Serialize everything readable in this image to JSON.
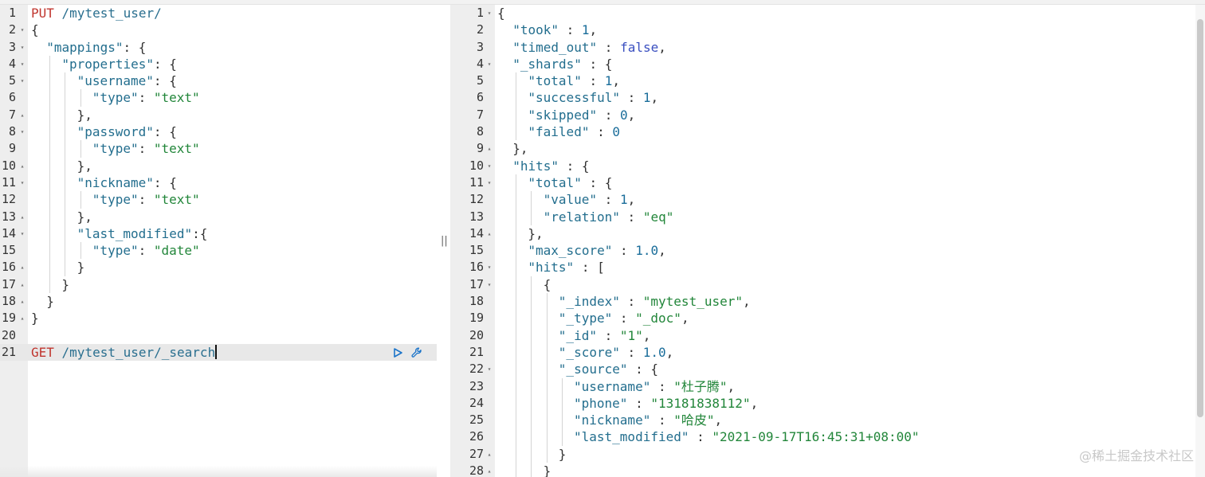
{
  "colors": {
    "key": "#236e8e",
    "string": "#22863a",
    "number": "#1a6d9a",
    "bool": "#3a4fc0",
    "method": "#c0352e",
    "gutter": "#eeeeee"
  },
  "request_editor": {
    "lines": [
      {
        "n": "1",
        "fold": "",
        "indent": 0,
        "tokens": [
          {
            "t": "PUT",
            "c": "method"
          },
          {
            "t": " /mytest_user/",
            "c": "url"
          }
        ]
      },
      {
        "n": "2",
        "fold": "▾",
        "indent": 0,
        "tokens": [
          {
            "t": "{",
            "c": "p"
          }
        ]
      },
      {
        "n": "3",
        "fold": "▾",
        "indent": 1,
        "tokens": [
          {
            "t": "\"mappings\"",
            "c": "key"
          },
          {
            "t": ": {",
            "c": "p"
          }
        ]
      },
      {
        "n": "4",
        "fold": "▾",
        "indent": 2,
        "tokens": [
          {
            "t": "\"properties\"",
            "c": "key"
          },
          {
            "t": ": {",
            "c": "p"
          }
        ]
      },
      {
        "n": "5",
        "fold": "▾",
        "indent": 3,
        "tokens": [
          {
            "t": "\"username\"",
            "c": "key"
          },
          {
            "t": ": {",
            "c": "p"
          }
        ]
      },
      {
        "n": "6",
        "fold": "",
        "indent": 4,
        "tokens": [
          {
            "t": "\"type\"",
            "c": "key"
          },
          {
            "t": ": ",
            "c": "p"
          },
          {
            "t": "\"text\"",
            "c": "str"
          }
        ]
      },
      {
        "n": "7",
        "fold": "▴",
        "indent": 3,
        "tokens": [
          {
            "t": "},",
            "c": "p"
          }
        ]
      },
      {
        "n": "8",
        "fold": "▾",
        "indent": 3,
        "tokens": [
          {
            "t": "\"password\"",
            "c": "key"
          },
          {
            "t": ": {",
            "c": "p"
          }
        ]
      },
      {
        "n": "9",
        "fold": "",
        "indent": 4,
        "tokens": [
          {
            "t": "\"type\"",
            "c": "key"
          },
          {
            "t": ": ",
            "c": "p"
          },
          {
            "t": "\"text\"",
            "c": "str"
          }
        ]
      },
      {
        "n": "10",
        "fold": "▴",
        "indent": 3,
        "tokens": [
          {
            "t": "},",
            "c": "p"
          }
        ]
      },
      {
        "n": "11",
        "fold": "▾",
        "indent": 3,
        "tokens": [
          {
            "t": "\"nickname\"",
            "c": "key"
          },
          {
            "t": ": {",
            "c": "p"
          }
        ]
      },
      {
        "n": "12",
        "fold": "",
        "indent": 4,
        "tokens": [
          {
            "t": "\"type\"",
            "c": "key"
          },
          {
            "t": ": ",
            "c": "p"
          },
          {
            "t": "\"text\"",
            "c": "str"
          }
        ]
      },
      {
        "n": "13",
        "fold": "▴",
        "indent": 3,
        "tokens": [
          {
            "t": "},",
            "c": "p"
          }
        ]
      },
      {
        "n": "14",
        "fold": "▾",
        "indent": 3,
        "tokens": [
          {
            "t": "\"last_modified\"",
            "c": "key"
          },
          {
            "t": ":{",
            "c": "p"
          }
        ]
      },
      {
        "n": "15",
        "fold": "",
        "indent": 4,
        "tokens": [
          {
            "t": "\"type\"",
            "c": "key"
          },
          {
            "t": ": ",
            "c": "p"
          },
          {
            "t": "\"date\"",
            "c": "str"
          }
        ]
      },
      {
        "n": "16",
        "fold": "▴",
        "indent": 3,
        "tokens": [
          {
            "t": "}",
            "c": "p"
          }
        ]
      },
      {
        "n": "17",
        "fold": "▴",
        "indent": 2,
        "tokens": [
          {
            "t": "}",
            "c": "p"
          }
        ]
      },
      {
        "n": "18",
        "fold": "▴",
        "indent": 1,
        "tokens": [
          {
            "t": "}",
            "c": "p"
          }
        ]
      },
      {
        "n": "19",
        "fold": "▴",
        "indent": 0,
        "tokens": [
          {
            "t": "}",
            "c": "p"
          }
        ]
      },
      {
        "n": "20",
        "fold": "",
        "indent": 0,
        "tokens": []
      },
      {
        "n": "21",
        "fold": "",
        "indent": 0,
        "active": true,
        "tokens": [
          {
            "t": "GET",
            "c": "method"
          },
          {
            "t": " /mytest_user/_search",
            "c": "url"
          }
        ]
      }
    ],
    "run_icon": "play-icon",
    "settings_icon": "wrench-icon"
  },
  "response_viewer": {
    "lines": [
      {
        "n": "1",
        "fold": "▾",
        "indent": 0,
        "tokens": [
          {
            "t": "{",
            "c": "p"
          }
        ]
      },
      {
        "n": "2",
        "fold": "",
        "indent": 1,
        "tokens": [
          {
            "t": "\"took\"",
            "c": "key"
          },
          {
            "t": " : ",
            "c": "p"
          },
          {
            "t": "1",
            "c": "num"
          },
          {
            "t": ",",
            "c": "p"
          }
        ]
      },
      {
        "n": "3",
        "fold": "",
        "indent": 1,
        "tokens": [
          {
            "t": "\"timed_out\"",
            "c": "key"
          },
          {
            "t": " : ",
            "c": "p"
          },
          {
            "t": "false",
            "c": "bool"
          },
          {
            "t": ",",
            "c": "p"
          }
        ]
      },
      {
        "n": "4",
        "fold": "▾",
        "indent": 1,
        "tokens": [
          {
            "t": "\"_shards\"",
            "c": "key"
          },
          {
            "t": " : {",
            "c": "p"
          }
        ]
      },
      {
        "n": "5",
        "fold": "",
        "indent": 2,
        "tokens": [
          {
            "t": "\"total\"",
            "c": "key"
          },
          {
            "t": " : ",
            "c": "p"
          },
          {
            "t": "1",
            "c": "num"
          },
          {
            "t": ",",
            "c": "p"
          }
        ]
      },
      {
        "n": "6",
        "fold": "",
        "indent": 2,
        "tokens": [
          {
            "t": "\"successful\"",
            "c": "key"
          },
          {
            "t": " : ",
            "c": "p"
          },
          {
            "t": "1",
            "c": "num"
          },
          {
            "t": ",",
            "c": "p"
          }
        ]
      },
      {
        "n": "7",
        "fold": "",
        "indent": 2,
        "tokens": [
          {
            "t": "\"skipped\"",
            "c": "key"
          },
          {
            "t": " : ",
            "c": "p"
          },
          {
            "t": "0",
            "c": "num"
          },
          {
            "t": ",",
            "c": "p"
          }
        ]
      },
      {
        "n": "8",
        "fold": "",
        "indent": 2,
        "tokens": [
          {
            "t": "\"failed\"",
            "c": "key"
          },
          {
            "t": " : ",
            "c": "p"
          },
          {
            "t": "0",
            "c": "num"
          }
        ]
      },
      {
        "n": "9",
        "fold": "▴",
        "indent": 1,
        "tokens": [
          {
            "t": "},",
            "c": "p"
          }
        ]
      },
      {
        "n": "10",
        "fold": "▾",
        "indent": 1,
        "tokens": [
          {
            "t": "\"hits\"",
            "c": "key"
          },
          {
            "t": " : {",
            "c": "p"
          }
        ]
      },
      {
        "n": "11",
        "fold": "▾",
        "indent": 2,
        "tokens": [
          {
            "t": "\"total\"",
            "c": "key"
          },
          {
            "t": " : {",
            "c": "p"
          }
        ]
      },
      {
        "n": "12",
        "fold": "",
        "indent": 3,
        "tokens": [
          {
            "t": "\"value\"",
            "c": "key"
          },
          {
            "t": " : ",
            "c": "p"
          },
          {
            "t": "1",
            "c": "num"
          },
          {
            "t": ",",
            "c": "p"
          }
        ]
      },
      {
        "n": "13",
        "fold": "",
        "indent": 3,
        "tokens": [
          {
            "t": "\"relation\"",
            "c": "key"
          },
          {
            "t": " : ",
            "c": "p"
          },
          {
            "t": "\"eq\"",
            "c": "str"
          }
        ]
      },
      {
        "n": "14",
        "fold": "▴",
        "indent": 2,
        "tokens": [
          {
            "t": "},",
            "c": "p"
          }
        ]
      },
      {
        "n": "15",
        "fold": "",
        "indent": 2,
        "tokens": [
          {
            "t": "\"max_score\"",
            "c": "key"
          },
          {
            "t": " : ",
            "c": "p"
          },
          {
            "t": "1.0",
            "c": "num"
          },
          {
            "t": ",",
            "c": "p"
          }
        ]
      },
      {
        "n": "16",
        "fold": "▾",
        "indent": 2,
        "tokens": [
          {
            "t": "\"hits\"",
            "c": "key"
          },
          {
            "t": " : [",
            "c": "p"
          }
        ]
      },
      {
        "n": "17",
        "fold": "▾",
        "indent": 3,
        "tokens": [
          {
            "t": "{",
            "c": "p"
          }
        ]
      },
      {
        "n": "18",
        "fold": "",
        "indent": 4,
        "tokens": [
          {
            "t": "\"_index\"",
            "c": "key"
          },
          {
            "t": " : ",
            "c": "p"
          },
          {
            "t": "\"mytest_user\"",
            "c": "str"
          },
          {
            "t": ",",
            "c": "p"
          }
        ]
      },
      {
        "n": "19",
        "fold": "",
        "indent": 4,
        "tokens": [
          {
            "t": "\"_type\"",
            "c": "key"
          },
          {
            "t": " : ",
            "c": "p"
          },
          {
            "t": "\"_doc\"",
            "c": "str"
          },
          {
            "t": ",",
            "c": "p"
          }
        ]
      },
      {
        "n": "20",
        "fold": "",
        "indent": 4,
        "tokens": [
          {
            "t": "\"_id\"",
            "c": "key"
          },
          {
            "t": " : ",
            "c": "p"
          },
          {
            "t": "\"1\"",
            "c": "str"
          },
          {
            "t": ",",
            "c": "p"
          }
        ]
      },
      {
        "n": "21",
        "fold": "",
        "indent": 4,
        "tokens": [
          {
            "t": "\"_score\"",
            "c": "key"
          },
          {
            "t": " : ",
            "c": "p"
          },
          {
            "t": "1.0",
            "c": "num"
          },
          {
            "t": ",",
            "c": "p"
          }
        ]
      },
      {
        "n": "22",
        "fold": "▾",
        "indent": 4,
        "tokens": [
          {
            "t": "\"_source\"",
            "c": "key"
          },
          {
            "t": " : {",
            "c": "p"
          }
        ]
      },
      {
        "n": "23",
        "fold": "",
        "indent": 5,
        "tokens": [
          {
            "t": "\"username\"",
            "c": "key"
          },
          {
            "t": " : ",
            "c": "p"
          },
          {
            "t": "\"杜子腾\"",
            "c": "str"
          },
          {
            "t": ",",
            "c": "p"
          }
        ]
      },
      {
        "n": "24",
        "fold": "",
        "indent": 5,
        "tokens": [
          {
            "t": "\"phone\"",
            "c": "key"
          },
          {
            "t": " : ",
            "c": "p"
          },
          {
            "t": "\"13181838112\"",
            "c": "str"
          },
          {
            "t": ",",
            "c": "p"
          }
        ]
      },
      {
        "n": "25",
        "fold": "",
        "indent": 5,
        "tokens": [
          {
            "t": "\"nickname\"",
            "c": "key"
          },
          {
            "t": " : ",
            "c": "p"
          },
          {
            "t": "\"哈皮\"",
            "c": "str"
          },
          {
            "t": ",",
            "c": "p"
          }
        ]
      },
      {
        "n": "26",
        "fold": "",
        "indent": 5,
        "tokens": [
          {
            "t": "\"last_modified\"",
            "c": "key"
          },
          {
            "t": " : ",
            "c": "p"
          },
          {
            "t": "\"2021-09-17T16:45:31+08:00\"",
            "c": "str"
          }
        ]
      },
      {
        "n": "27",
        "fold": "▴",
        "indent": 4,
        "tokens": [
          {
            "t": "}",
            "c": "p"
          }
        ]
      },
      {
        "n": "28",
        "fold": "▴",
        "indent": 3,
        "tokens": [
          {
            "t": "}",
            "c": "p"
          }
        ]
      }
    ]
  },
  "splitter_glyph": "||",
  "watermark": "@稀土掘金技术社区"
}
